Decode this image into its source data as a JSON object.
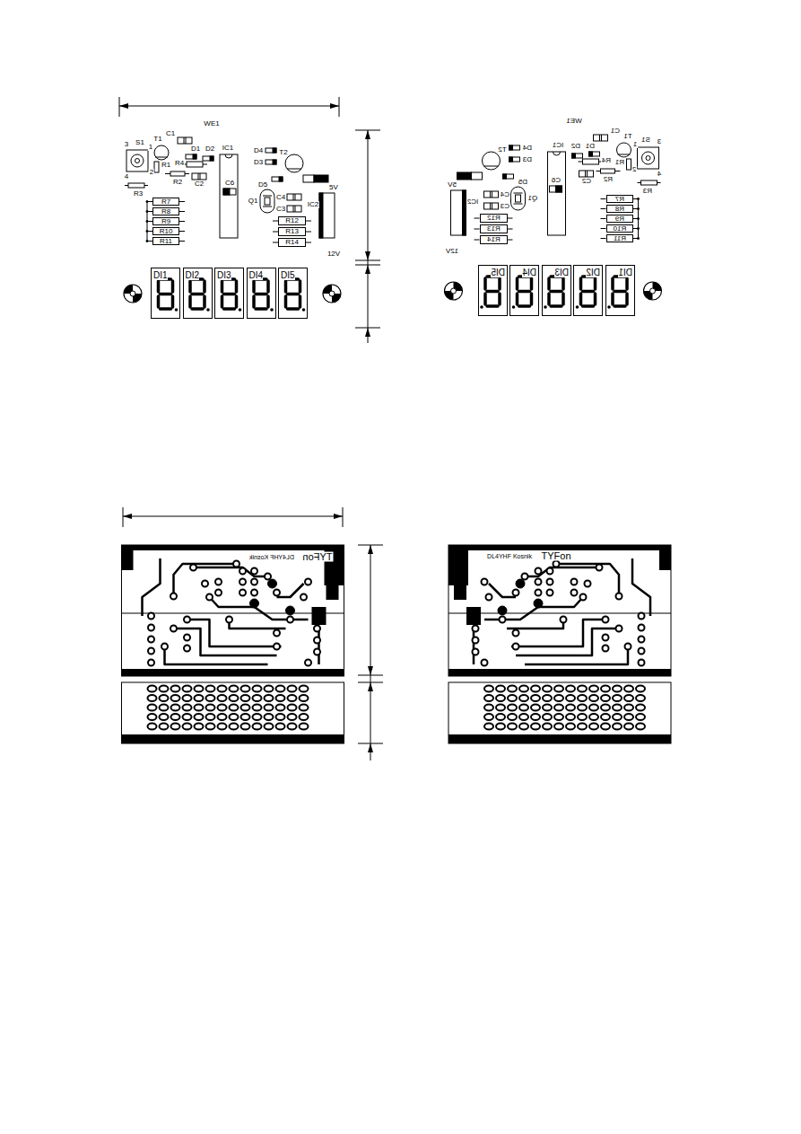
{
  "diagram": {
    "nodes": [
      {
        "text": [
          "R7"
        ]
      },
      {
        "text": [
          "R8"
        ]
      },
      {
        "text": [
          "R9"
        ]
      },
      {
        "text": [
          "R10"
        ]
      },
      {
        "text": [
          "R11"
        ]
      },
      {
        "text": [
          "R12"
        ]
      },
      {
        "text": [
          "R13"
        ]
      },
      {
        "text": [
          "R14"
        ]
      },
      {
        "text": [
          "DI1"
        ]
      },
      {
        "text": [
          "DI2"
        ]
      },
      {
        "text": [
          "DI3"
        ]
      },
      {
        "text": [
          "DI4"
        ]
      },
      {
        "text": [
          "DI5"
        ]
      },
      {
        "text": [
          "R7"
        ]
      },
      {
        "text": [
          "R8"
        ]
      },
      {
        "text": [
          "R9"
        ]
      },
      {
        "text": [
          "R10"
        ]
      },
      {
        "text": [
          "R11"
        ]
      },
      {
        "text": [
          "R12"
        ]
      },
      {
        "text": [
          "R13"
        ]
      },
      {
        "text": [
          "R14"
        ]
      },
      {
        "text": [
          "DI1"
        ]
      },
      {
        "text": [
          "DI2"
        ]
      },
      {
        "text": [
          "DI3"
        ]
      },
      {
        "text": [
          "DI4"
        ]
      },
      {
        "text": [
          "DI5"
        ]
      }
    ],
    "labels": [
      "WE1",
      "T1",
      "C1",
      "S1",
      "3",
      "1",
      "2",
      "4",
      "D2",
      "IC1",
      "D1",
      "R4",
      "R1",
      "R2",
      "C2",
      "R3",
      "D4",
      "D3",
      "T2",
      "D5",
      "Q1",
      "C4",
      "C3",
      "C6",
      "5V",
      "IC2",
      "12V",
      "WE1",
      "T1",
      "C1",
      "S1",
      "3",
      "1",
      "2",
      "4",
      "D2",
      "IC1",
      "D1",
      "R4",
      "R1",
      "R2",
      "C2",
      "R3",
      "D4",
      "D3",
      "T2",
      "D5",
      "Q1",
      "C4",
      "C3",
      "C6",
      "5V",
      "IC2",
      "12V",
      "DL4YHF Kosnik",
      "TYFon",
      "DL4YHF Kosnik",
      "TYFon"
    ]
  }
}
